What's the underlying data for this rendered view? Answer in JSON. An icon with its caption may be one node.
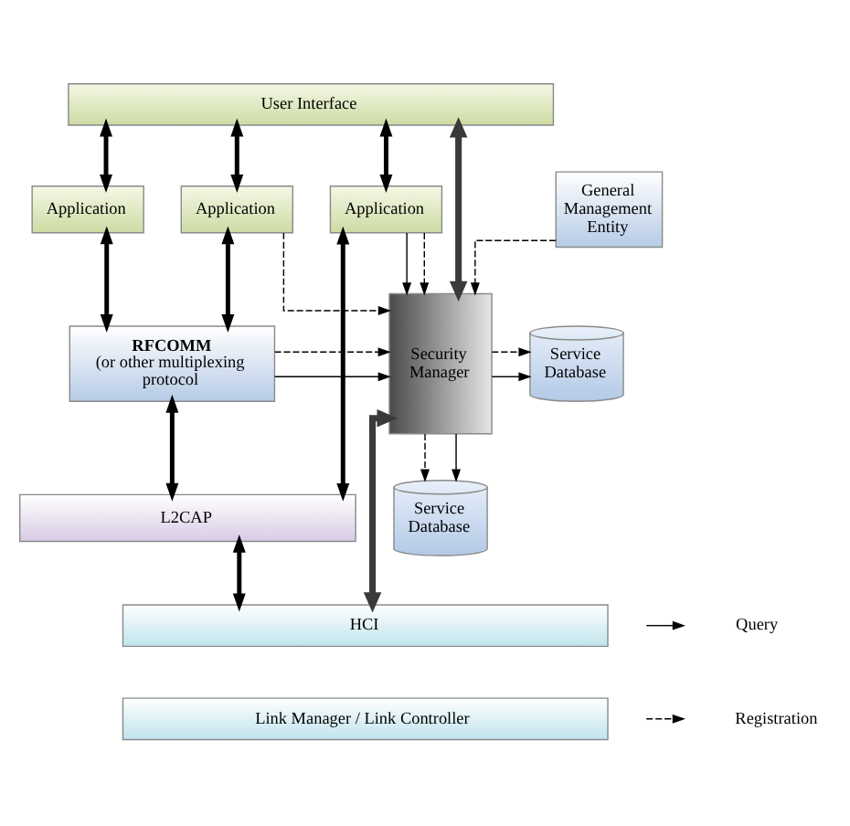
{
  "diagram": {
    "nodes": [
      {
        "text": [
          "User Interface"
        ]
      },
      {
        "text": [
          "Application"
        ]
      },
      {
        "text": [
          "Application"
        ]
      },
      {
        "text": [
          "Application"
        ]
      },
      {
        "text": [
          "Security Manager"
        ]
      },
      {
        "text": [
          "General Management Entity"
        ]
      },
      {
        "text": [
          "RFCOMM",
          "(or other multiplexing protocol"
        ]
      },
      {
        "text": [
          "Service Database"
        ]
      },
      {
        "text": [
          "Service Database"
        ]
      },
      {
        "text": [
          "L2CAP"
        ]
      },
      {
        "text": [
          "HCI"
        ]
      },
      {
        "text": [
          "Link Manager / Link Controller"
        ]
      }
    ],
    "edges": [
      {
        "from": 0,
        "to": 1,
        "arrow": "both",
        "style": "thick"
      },
      {
        "from": 0,
        "to": 2,
        "arrow": "both",
        "style": "thick"
      },
      {
        "from": 0,
        "to": 3,
        "arrow": "both",
        "style": "thick"
      },
      {
        "from": 0,
        "to": 4,
        "arrow": "both",
        "style": "thick",
        "color": "#3a3a3a"
      },
      {
        "from": 3,
        "to": 4,
        "arrow": "to"
      },
      {
        "from": 3,
        "to": 4,
        "arrow": "to",
        "style": "dashed"
      },
      {
        "from": 5,
        "to": 4,
        "arrow": "to",
        "style": "dashed"
      },
      {
        "from": 1,
        "to": 6,
        "arrow": "both",
        "style": "thick"
      },
      {
        "from": 2,
        "to": 6,
        "arrow": "both",
        "style": "thick"
      },
      {
        "from": 2,
        "to": 4,
        "arrow": "to",
        "style": "dashed"
      },
      {
        "from": 3,
        "to": 9,
        "arrow": "both",
        "style": "thick"
      },
      {
        "from": 6,
        "to": 4,
        "arrow": "to",
        "style": "dashed"
      },
      {
        "from": 6,
        "to": 4,
        "arrow": "to"
      },
      {
        "from": 4,
        "to": 7,
        "arrow": "to",
        "style": "dashed"
      },
      {
        "from": 4,
        "to": 7,
        "arrow": "to"
      },
      {
        "from": 4,
        "to": 8,
        "arrow": "to",
        "style": "dashed"
      },
      {
        "from": 4,
        "to": 8,
        "arrow": "to"
      },
      {
        "from": 6,
        "to": 9,
        "arrow": "both",
        "style": "thick"
      },
      {
        "from": 9,
        "to": 10,
        "arrow": "both",
        "style": "thick"
      },
      {
        "from": 4,
        "to": 10,
        "arrow": "both",
        "style": "thick",
        "color": "#3a3a3a"
      }
    ],
    "legend": [
      {
        "text": "Query"
      },
      {
        "text": "Registration"
      }
    ]
  }
}
